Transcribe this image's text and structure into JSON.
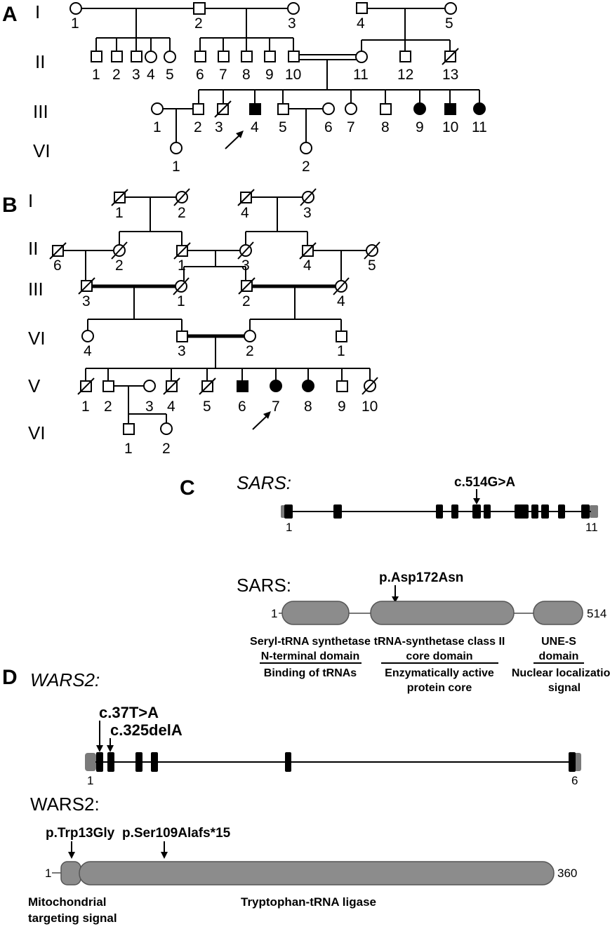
{
  "panels": {
    "a": "A",
    "b": "B",
    "c": "C",
    "d": "D"
  },
  "pedigree_a": {
    "generations": [
      "I",
      "II",
      "III",
      "VI"
    ],
    "gen_I": [
      "1",
      "2",
      "3",
      "4",
      "5"
    ],
    "gen_II": [
      "1",
      "2",
      "3",
      "4",
      "5",
      "6",
      "7",
      "8",
      "9",
      "10",
      "11",
      "12",
      "13"
    ],
    "gen_III": [
      "1",
      "2",
      "3",
      "4",
      "5",
      "6",
      "7",
      "8",
      "9",
      "10",
      "11"
    ],
    "gen_VI": [
      "1",
      "2"
    ]
  },
  "pedigree_b": {
    "generations": [
      "I",
      "II",
      "III",
      "VI",
      "V",
      "VI"
    ],
    "gen_I": [
      "1",
      "2",
      "4",
      "3"
    ],
    "gen_II": [
      "6",
      "2",
      "1",
      "3",
      "4",
      "5"
    ],
    "gen_III": [
      "3",
      "1",
      "2",
      "4"
    ],
    "gen_VI": [
      "4",
      "3",
      "2",
      "1"
    ],
    "gen_V": [
      "1",
      "2",
      "3",
      "4",
      "5",
      "6",
      "7",
      "8",
      "9",
      "10"
    ],
    "gen_VI2": [
      "1",
      "2"
    ]
  },
  "panel_c": {
    "gene_title": "SARS:",
    "mutation": "c.514G>A",
    "exon_start": "1",
    "exon_end": "11",
    "protein_title": "SARS:",
    "protein_mutation": "p.Asp172Asn",
    "prot_start": "1",
    "prot_end": "514",
    "domains": [
      {
        "name1": "Seryl-tRNA synthetase",
        "name2": "N-terminal domain",
        "func": "Binding of tRNAs"
      },
      {
        "name1": "tRNA-synthetase class II",
        "name2": "core domain",
        "func1": "Enzymatically  active",
        "func2": "protein core"
      },
      {
        "name1": "UNE-S",
        "name2": "domain",
        "func1": "Nuclear localization",
        "func2": "signal"
      }
    ]
  },
  "panel_d": {
    "gene_title": "WARS2:",
    "mutation1": "c.37T>A",
    "mutation2": "c.325delA",
    "exon_start": "1",
    "exon_end": "6",
    "protein_title": "WARS2:",
    "protein_mutation1": "p.Trp13Gly",
    "protein_mutation2": "p.Ser109Alafs*15",
    "prot_start": "1",
    "prot_end": "360",
    "domain1_line1": "Mitochondrial",
    "domain1_line2": "targeting signal",
    "domain2": "Tryptophan-tRNA ligase"
  }
}
